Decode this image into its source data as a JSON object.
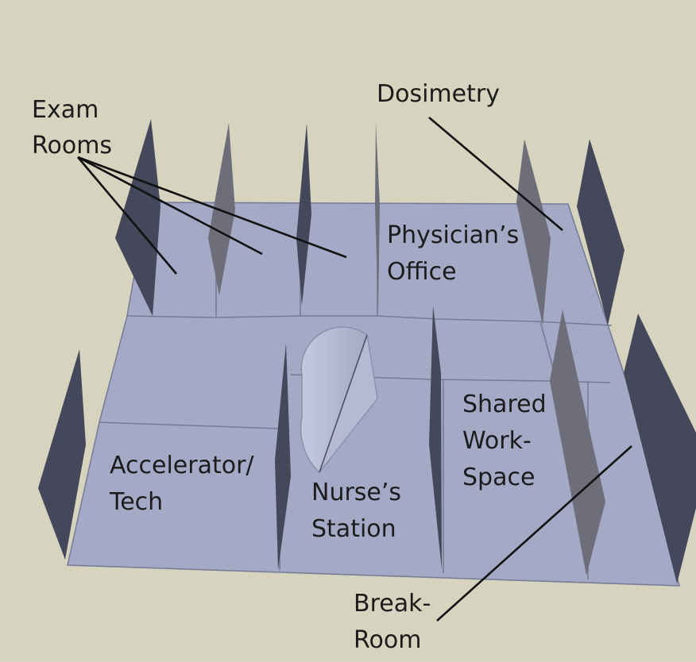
{
  "labels": {
    "exam_rooms": [
      "Exam",
      "Rooms"
    ],
    "dosimetry": [
      "Dosimetry"
    ],
    "physicians_office": [
      "Physician’s",
      "Office"
    ],
    "shared_workspace": [
      "Shared",
      "Work-",
      "Space"
    ],
    "accelerator_tech": [
      "Accelerator/",
      "Tech"
    ],
    "nurses_station": [
      "Nurse’s",
      "Station"
    ],
    "break_room": [
      "Break-",
      "Room"
    ]
  },
  "colors": {
    "background": "#d6d3be",
    "floor": "#a4a9c6",
    "floor_edge": "#707590",
    "dark_wall": "#45475a",
    "mid_wall": "#6e6e7a",
    "pointer": "#111111",
    "label": "#1c1c1c"
  }
}
